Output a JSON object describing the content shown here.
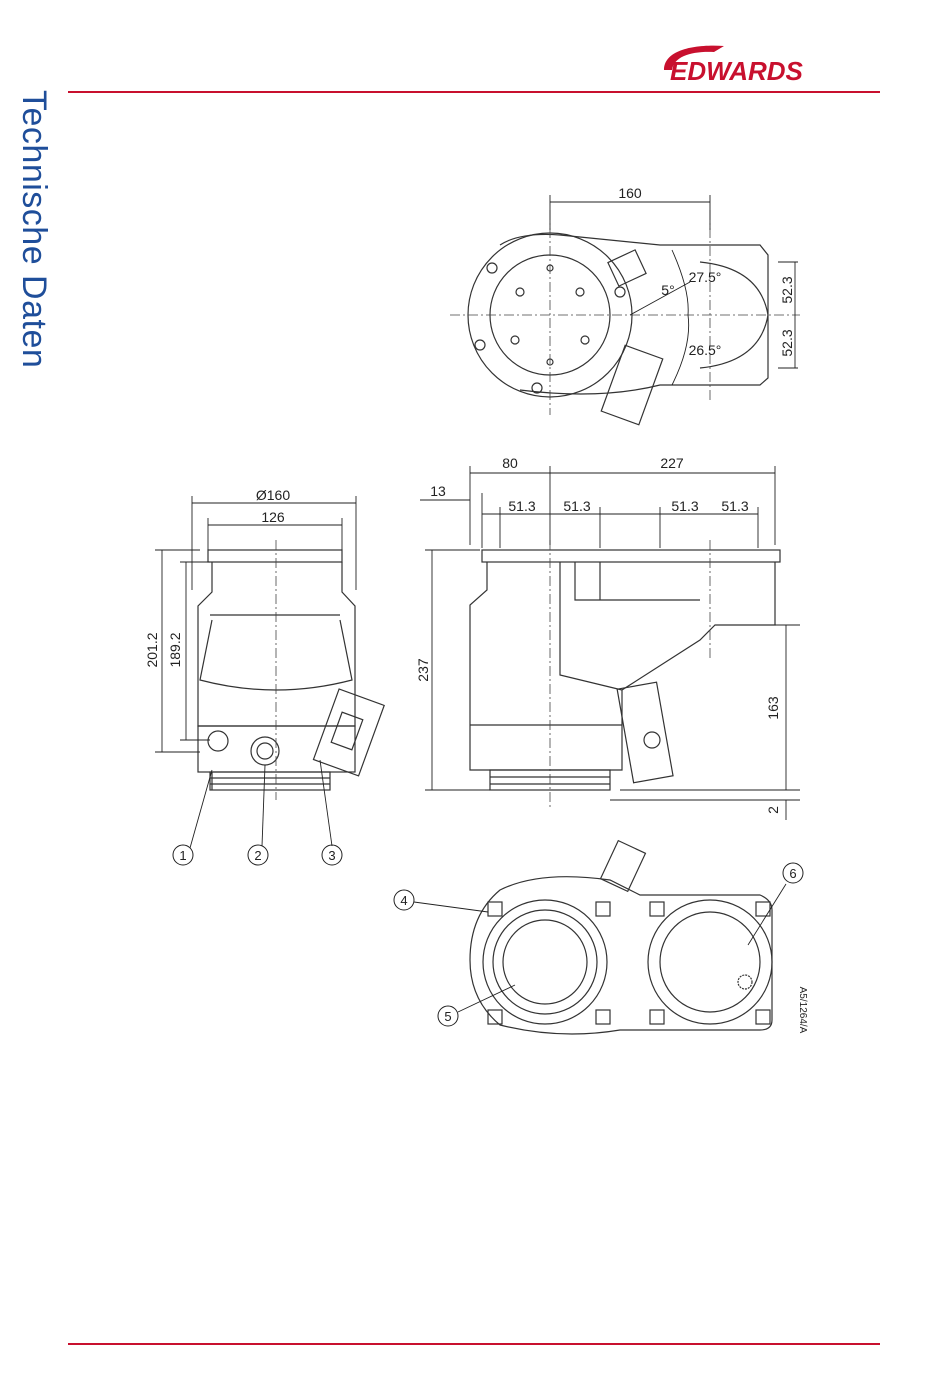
{
  "header": {
    "section_title": "Technische Daten",
    "brand": "EDWARDS"
  },
  "colors": {
    "accent": "#c8102e",
    "title_blue": "#1f4e9a",
    "line": "#333333",
    "dim": "#222222"
  },
  "drawing": {
    "top_view": {
      "dims": [
        "160",
        "27.5°",
        "5°",
        "26.5°",
        "52.3",
        "52.3"
      ]
    },
    "left_view": {
      "dims": [
        "Ø160",
        "126",
        "201.2",
        "189.2"
      ],
      "callouts": [
        "1",
        "2",
        "3"
      ]
    },
    "front_view": {
      "dims": [
        "80",
        "227",
        "13",
        "51.3",
        "51.3",
        "51.3",
        "51.3",
        "237",
        "163",
        "2"
      ]
    },
    "bottom_view": {
      "callouts": [
        "4",
        "5",
        "6"
      ]
    },
    "drawing_ref": "A5/1264/A"
  }
}
